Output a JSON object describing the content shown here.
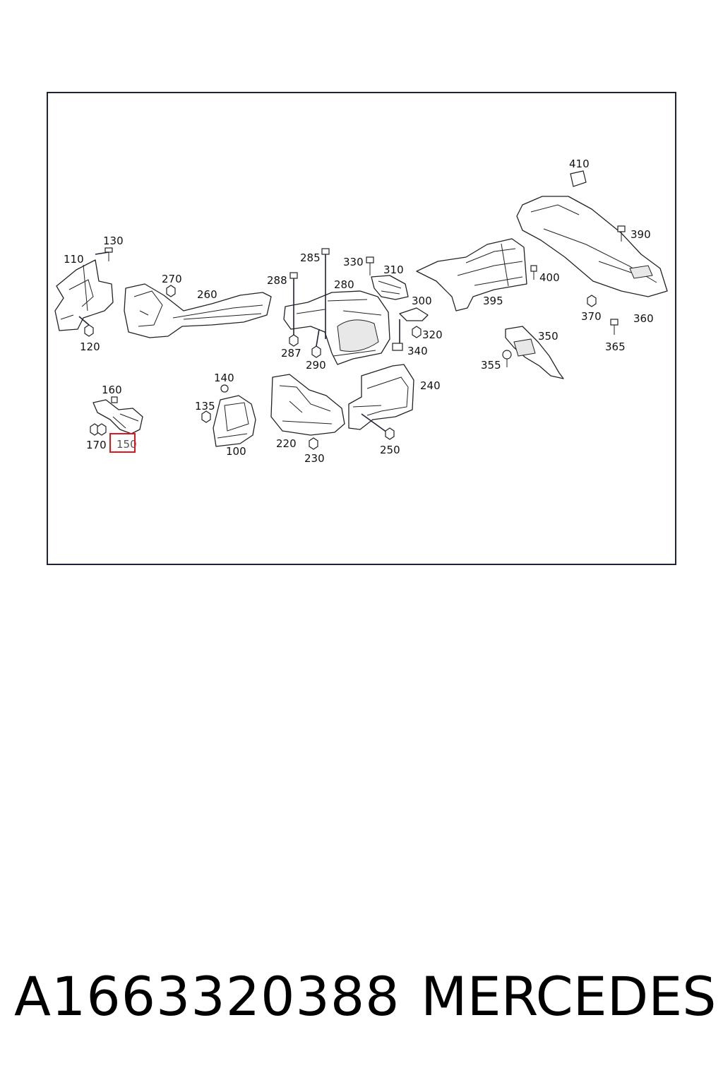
{
  "diagram": {
    "callouts": {
      "c100": "100",
      "c110": "110",
      "c120": "120",
      "c130": "130",
      "c135": "135",
      "c140": "140",
      "c150": "150",
      "c160": "160",
      "c170": "170",
      "c220": "220",
      "c230": "230",
      "c240": "240",
      "c250": "250",
      "c260": "260",
      "c270": "270",
      "c280": "280",
      "c285": "285",
      "c287": "287",
      "c288": "288",
      "c290": "290",
      "c300": "300",
      "c310": "310",
      "c320": "320",
      "c330": "330",
      "c340": "340",
      "c350": "350",
      "c355": "355",
      "c360": "360",
      "c365": "365",
      "c370": "370",
      "c390": "390",
      "c395": "395",
      "c400": "400",
      "c410": "410"
    },
    "highlighted_callout": "150",
    "highlight_color": "#e0161c",
    "frame_color": "#1f2337"
  },
  "footer": {
    "part_number": "A1663320388",
    "brand": "MERCEDES"
  }
}
